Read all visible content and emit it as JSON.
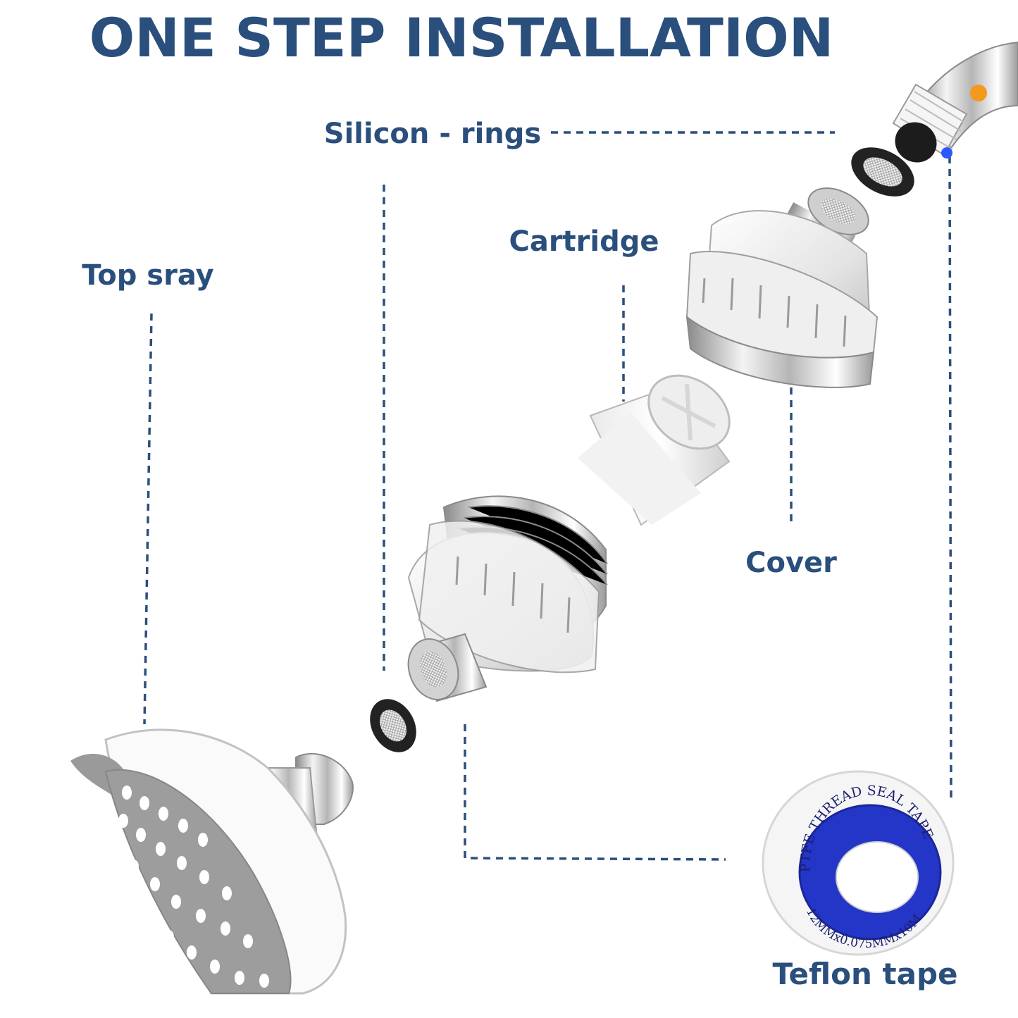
{
  "title": "ONE STEP INSTALLATION",
  "labels": {
    "silicon_rings": "Silicon - rings",
    "cartridge": "Cartridge",
    "top_spray": "Top sray",
    "cover": "Cover",
    "teflon_tape": "Teflon tape"
  },
  "tape": {
    "top_text": "PTFE THREAD SEAL TAPE",
    "bottom_text": "12MMx0.075MMx10M"
  },
  "colors": {
    "heading": "#2a4f7c",
    "tape_blue": "#2436c8"
  }
}
